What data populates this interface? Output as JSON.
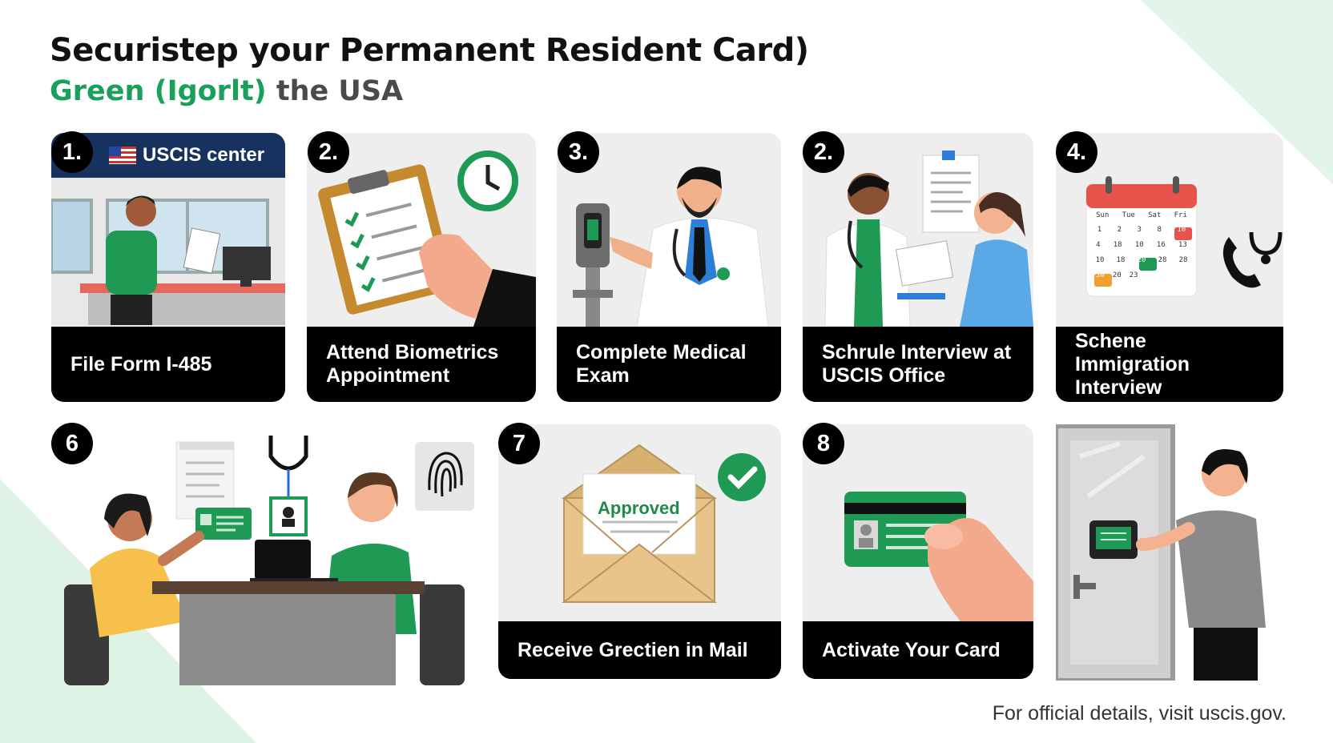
{
  "header": {
    "title": "Securistep your Permanent Resident Card)",
    "subtitle_green": "Green (Igorlt)",
    "subtitle_gray": "the USA"
  },
  "colors": {
    "brand_green": "#1aa05a",
    "dark": "#000000",
    "panel": "#eeeeee",
    "navy": "#17325e"
  },
  "steps": [
    {
      "number": "1.",
      "label": "File Form I-485",
      "sign": "USCIS center",
      "icon": "uscis-office-icon"
    },
    {
      "number": "2.",
      "label": "Attend Biometrics Appointment",
      "icon": "clipboard-checklist-icon"
    },
    {
      "number": "3.",
      "label": "Complete Medical Exam",
      "icon": "doctor-icon"
    },
    {
      "number": "2.",
      "label": "Schrule Interview at USCIS Office",
      "icon": "doctor-patient-icon"
    },
    {
      "number": "4.",
      "label": "Schene Immigration Interview",
      "icon": "calendar-icon",
      "calendar": {
        "days": [
          "Sun",
          "Tue",
          "Sat",
          "Fri"
        ],
        "rows": [
          [
            "1",
            "2",
            "3",
            "8",
            "10"
          ],
          [
            "4",
            "18",
            "10",
            "16",
            "13"
          ],
          [
            "10",
            "18",
            "20",
            "28",
            "28"
          ],
          [
            "30",
            "20",
            "23"
          ]
        ]
      }
    },
    {
      "number": "6",
      "label": "",
      "icon": "interview-scene-icon"
    },
    {
      "number": "7",
      "label": "Receive Grectien in Mail",
      "stamp": "Approved",
      "icon": "envelope-icon"
    },
    {
      "number": "8",
      "label": "Activate Your Card",
      "icon": "green-card-icon"
    },
    {
      "number": "",
      "label": "",
      "icon": "door-card-reader-icon"
    }
  ],
  "footer": {
    "text": "For official details, visit uscis.gov."
  }
}
